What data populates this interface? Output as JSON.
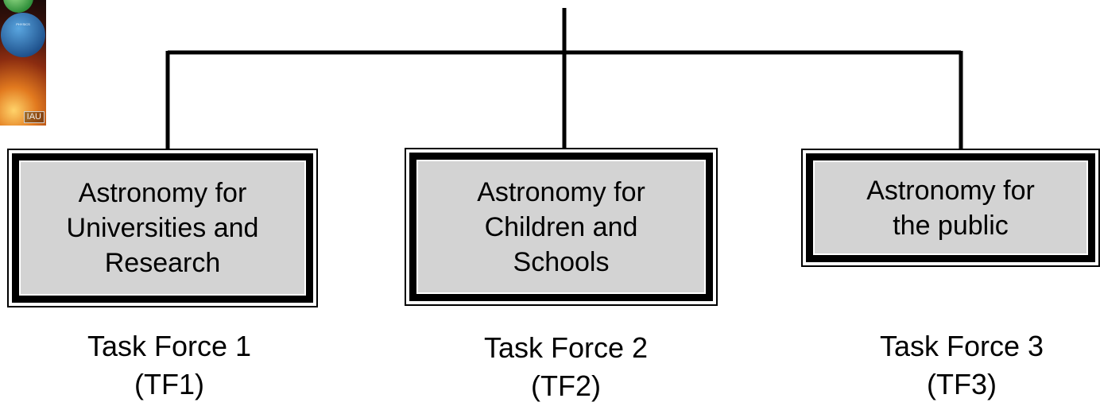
{
  "cover": {
    "logo_text": "IAU",
    "orb_text": "PHYSICS"
  },
  "colors": {
    "box_fill": "#d3d3d3",
    "lines": "#000000"
  },
  "boxes": [
    {
      "title": "Astronomy for\nUniversities and\nResearch",
      "task_force": "Task Force 1",
      "abbreviation": "(TF1)"
    },
    {
      "title": "Astronomy for\nChildren and\nSchools",
      "task_force": "Task Force 2",
      "abbreviation": "(TF2)"
    },
    {
      "title": "Astronomy for\nthe public",
      "task_force": "Task Force 3",
      "abbreviation": "(TF3)"
    }
  ]
}
